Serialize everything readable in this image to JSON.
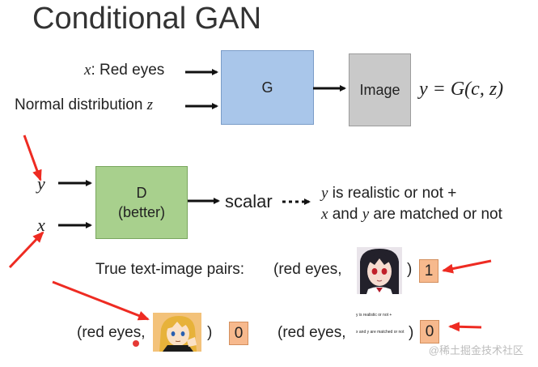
{
  "title": "Conditional GAN",
  "generator": {
    "input_x": "x",
    "input_x_label": ": Red eyes",
    "input_z_label": "Normal distribution ",
    "input_z": "z",
    "box_label": "G",
    "output_label": "Image",
    "equation": "y = G(c, z)"
  },
  "discriminator": {
    "input_y": "y",
    "input_x": "x",
    "box_label_1": "D",
    "box_label_2": "(better)",
    "output_label": "scalar",
    "desc_line1_var": "y",
    "desc_line1": " is realistic or not +",
    "desc_line2_var1": "x",
    "desc_line2_mid": " and ",
    "desc_line2_var2": "y",
    "desc_line2_end": " are matched or not"
  },
  "pairs": {
    "true_label": "True text-image pairs:",
    "true_text": "(red eyes,",
    "close_paren": ")",
    "true_score": "1",
    "false1_text": "(red eyes,",
    "false1_score": "0",
    "false2_text": "(red eyes,",
    "false2_img_line1": "y is realistic or not +",
    "false2_img_line2": "x and y are matched or not",
    "false2_score": "0"
  },
  "watermark": "@稀土掘金技术社区",
  "colors": {
    "g_box": "#a9c6ea",
    "d_box": "#a8d08d",
    "image_box": "#c9c9c9",
    "score_box": "#f7b98d",
    "annotation_arrow": "#ee2b22"
  }
}
